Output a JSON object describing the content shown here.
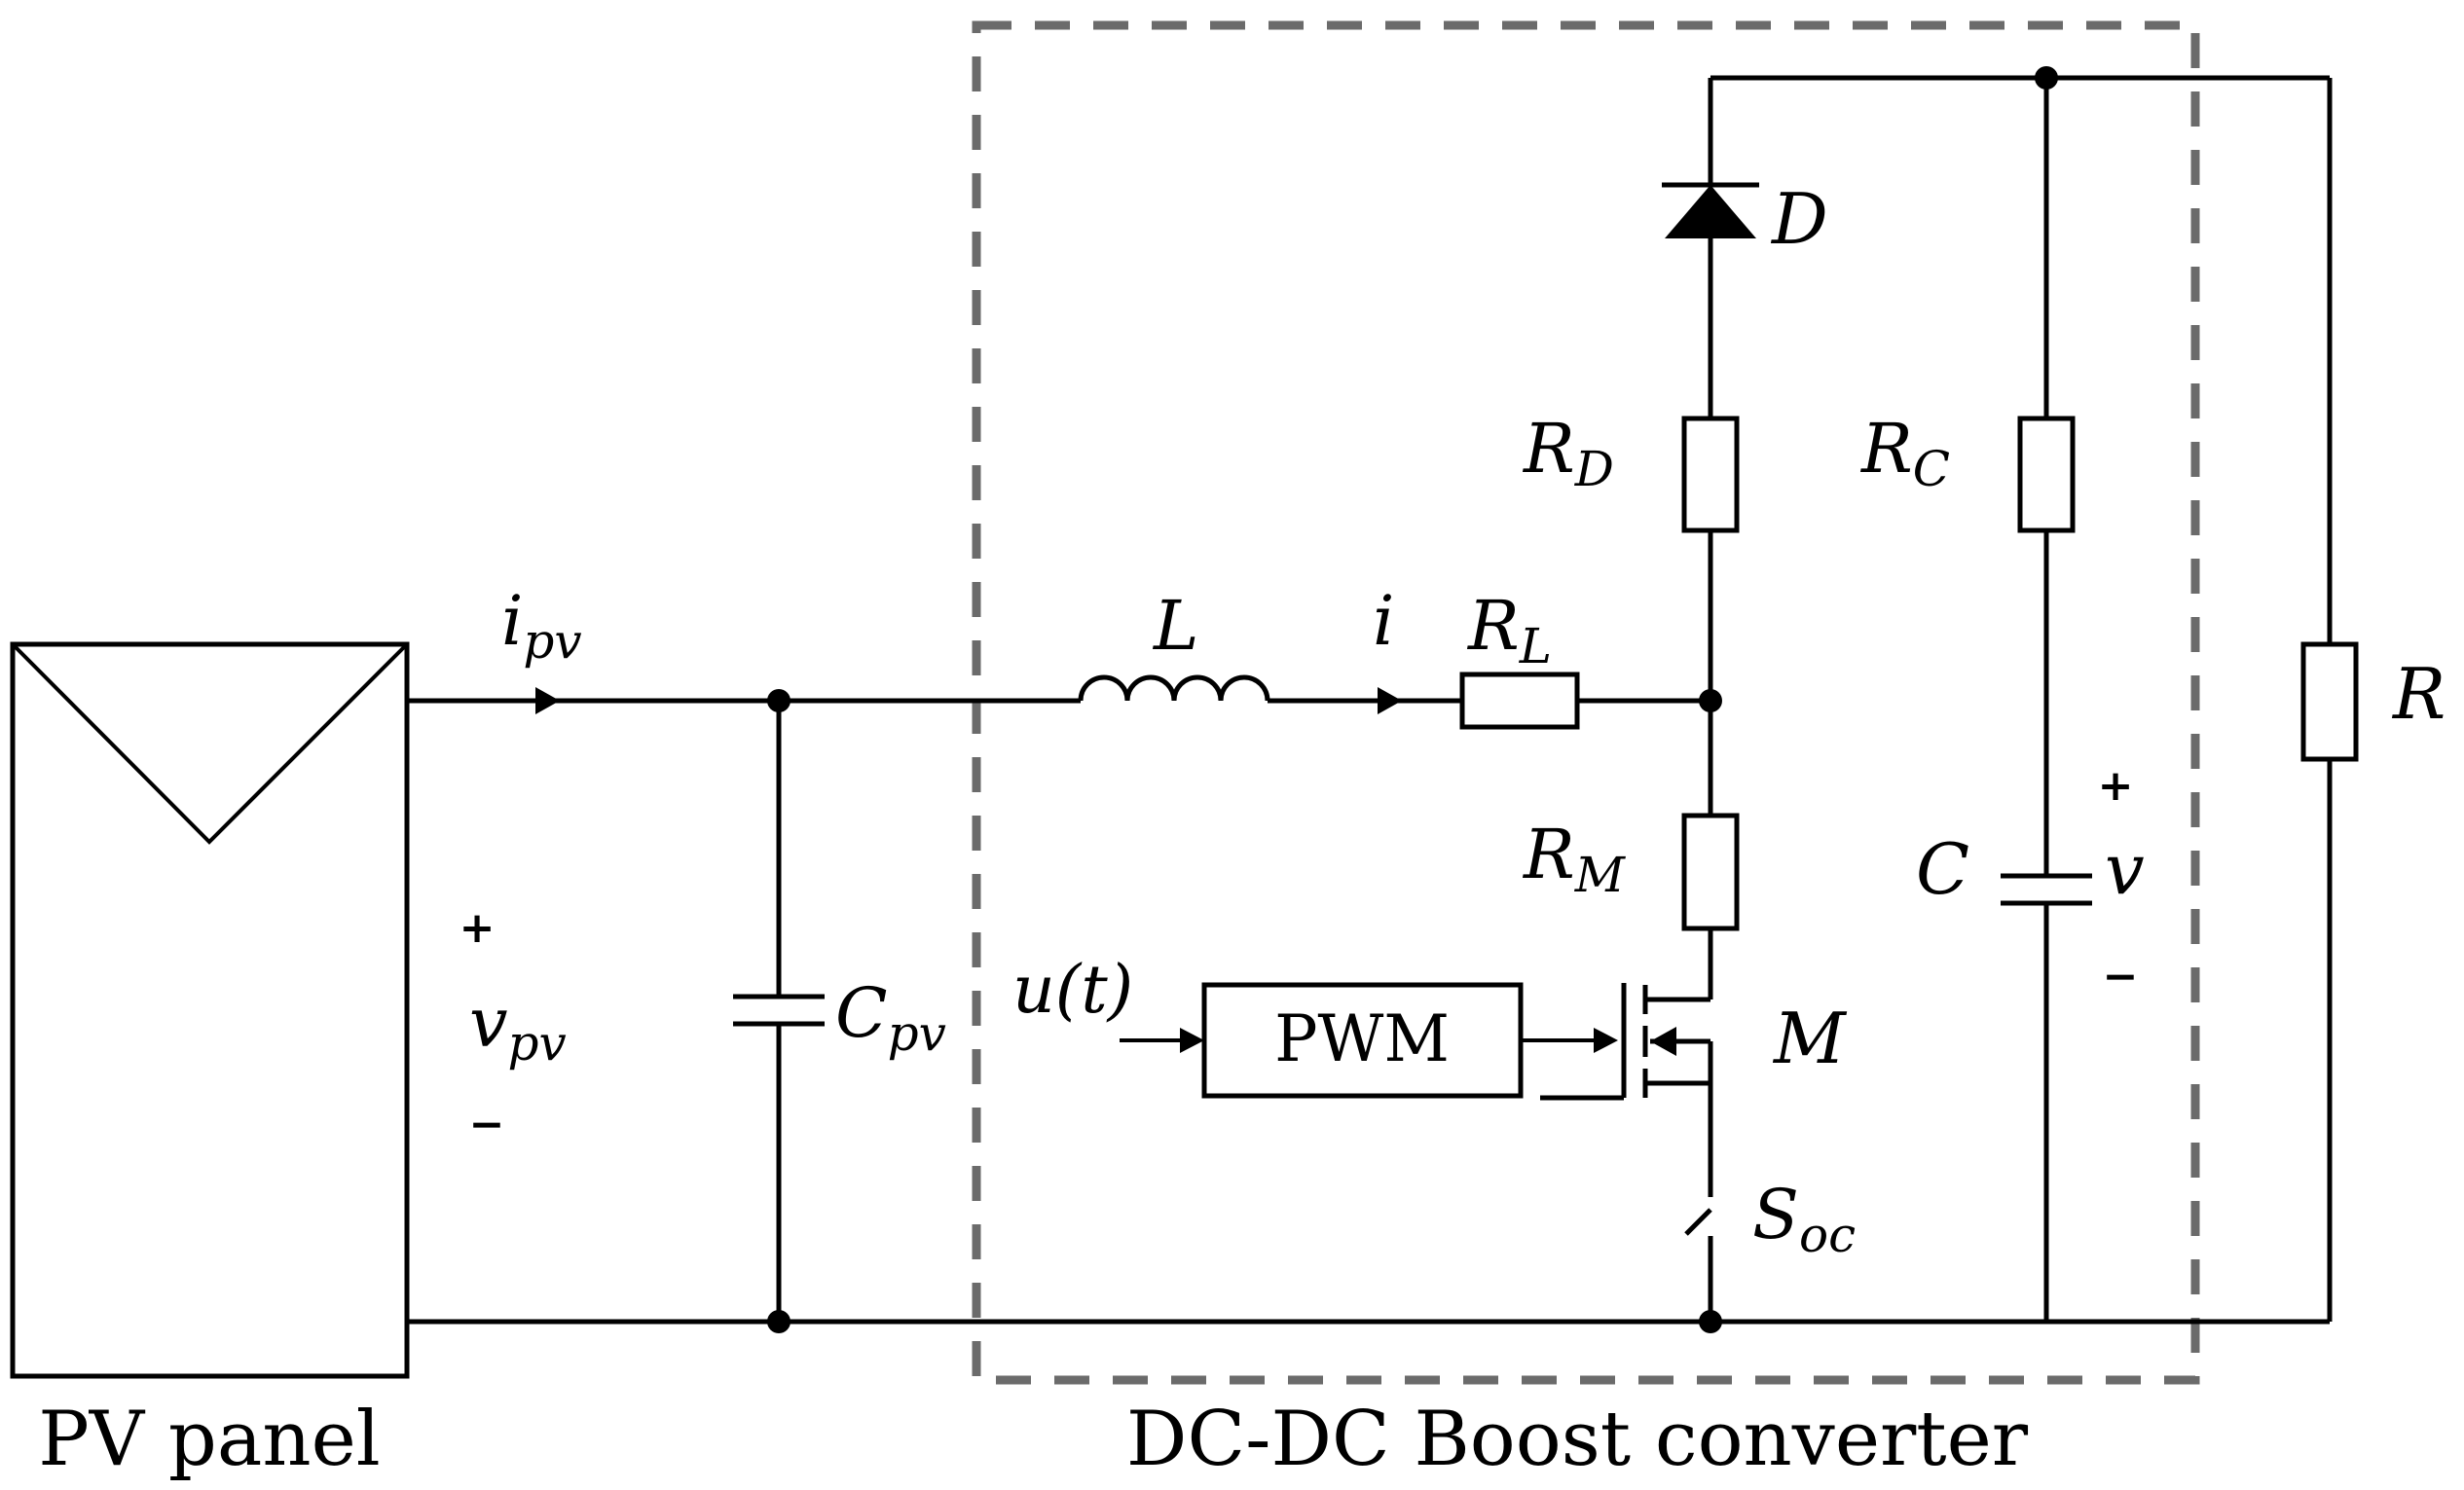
{
  "diagram": {
    "pv_panel_caption": "PV panel",
    "converter_caption": "DC-DC Boost converter",
    "pwm_label": "PWM",
    "labels": {
      "i_pv_main": "i",
      "i_pv_sub": "pv",
      "v_pv_main": "v",
      "v_pv_sub": "pv",
      "c_pv_main": "C",
      "c_pv_sub": "pv",
      "u_t": "u(t)",
      "L": "L",
      "i": "i",
      "r_l_main": "R",
      "r_l_sub": "L",
      "r_d_main": "R",
      "r_d_sub": "D",
      "r_c_main": "R",
      "r_c_sub": "C",
      "r_m_main": "R",
      "r_m_sub": "M",
      "D": "D",
      "M": "M",
      "s_oc_main": "S",
      "s_oc_sub": "oc",
      "C": "C",
      "v": "v",
      "R": "R",
      "plus": "+",
      "minus": "−"
    }
  }
}
